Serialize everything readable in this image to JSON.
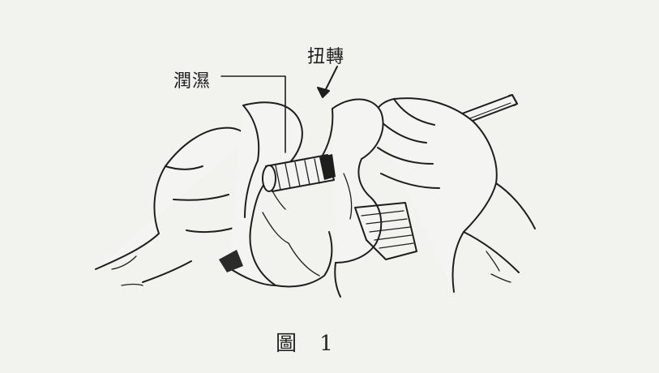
{
  "labels": {
    "lubricant": "潤濕",
    "twist": "扭轉"
  },
  "caption": "圖 1"
}
